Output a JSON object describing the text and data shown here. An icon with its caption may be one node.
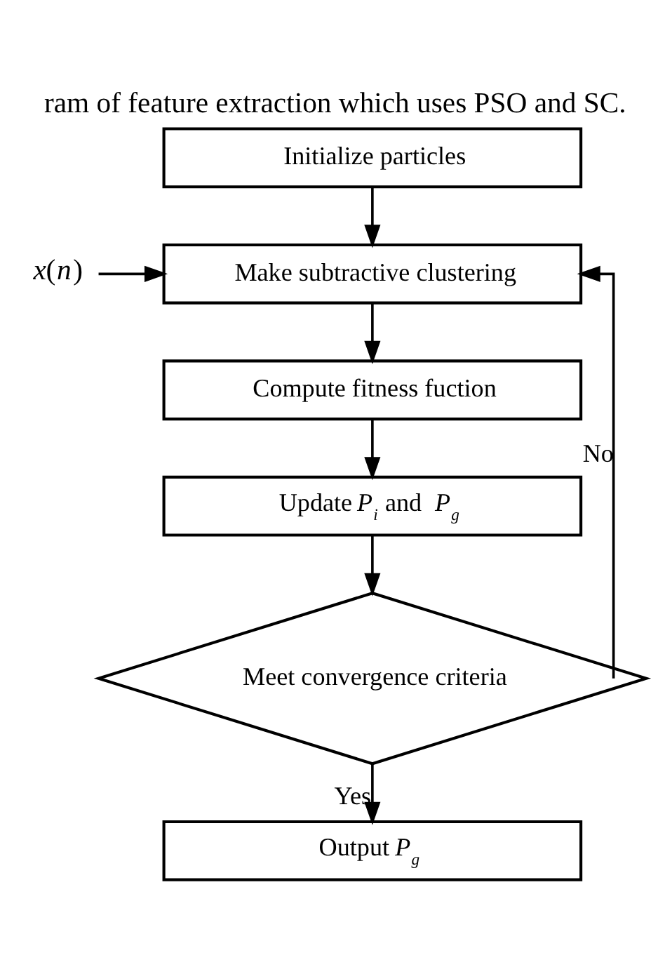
{
  "diagram": {
    "title": "ram of feature extraction which uses PSO and SC.",
    "nodes": [
      {
        "text": [
          "Initialize particles"
        ]
      },
      {
        "text": [
          "Make subtractive clustering"
        ]
      },
      {
        "text": [
          "Compute fitness fuction"
        ]
      },
      {
        "text": [
          "Update *P*$_{i}$ and *P*$_{g}$"
        ]
      },
      {
        "text": [
          "Meet convergence criteria"
        ]
      },
      {
        "text": [
          "Output *P*$_{g}$"
        ]
      },
      {
        "text": [
          "*x*(*n*)"
        ]
      }
    ],
    "edges": [
      {
        "from": 0,
        "to": 1,
        "arrow": "to"
      },
      {
        "from": 6,
        "to": 1,
        "arrow": "to"
      },
      {
        "from": 1,
        "to": 2,
        "arrow": "to"
      },
      {
        "from": 2,
        "to": 3,
        "arrow": "to"
      },
      {
        "from": 3,
        "to": 4,
        "arrow": "to"
      },
      {
        "from": 4,
        "to": 1,
        "label": "No",
        "arrow": "to"
      },
      {
        "from": 4,
        "to": 5,
        "label": "Yes",
        "arrow": "to"
      }
    ]
  }
}
